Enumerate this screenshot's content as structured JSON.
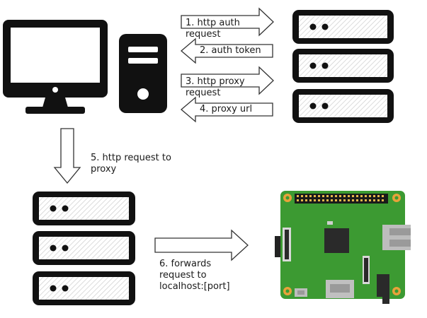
{
  "steps": {
    "auth_request": "1. http auth\nrequest",
    "auth_token": "2. auth token",
    "proxy_request": "3. http proxy\nrequest",
    "proxy_url": "4. proxy url",
    "request_to_proxy": "5. http request to\nproxy",
    "forwards": "6. forwards\nrequest to\nlocalhost:[port]"
  },
  "icons": {
    "desktop": "desktop-computer-icon",
    "tower": "pc-tower-icon",
    "auth_server": "server-stack-icon",
    "proxy_server": "server-stack-icon",
    "board": "raspberry-pi-board-icon"
  },
  "colors": {
    "outline": "#111111",
    "board_green": "#3c9a32",
    "gold": "#e8a23a",
    "arrow_fill": "#ffffff"
  }
}
